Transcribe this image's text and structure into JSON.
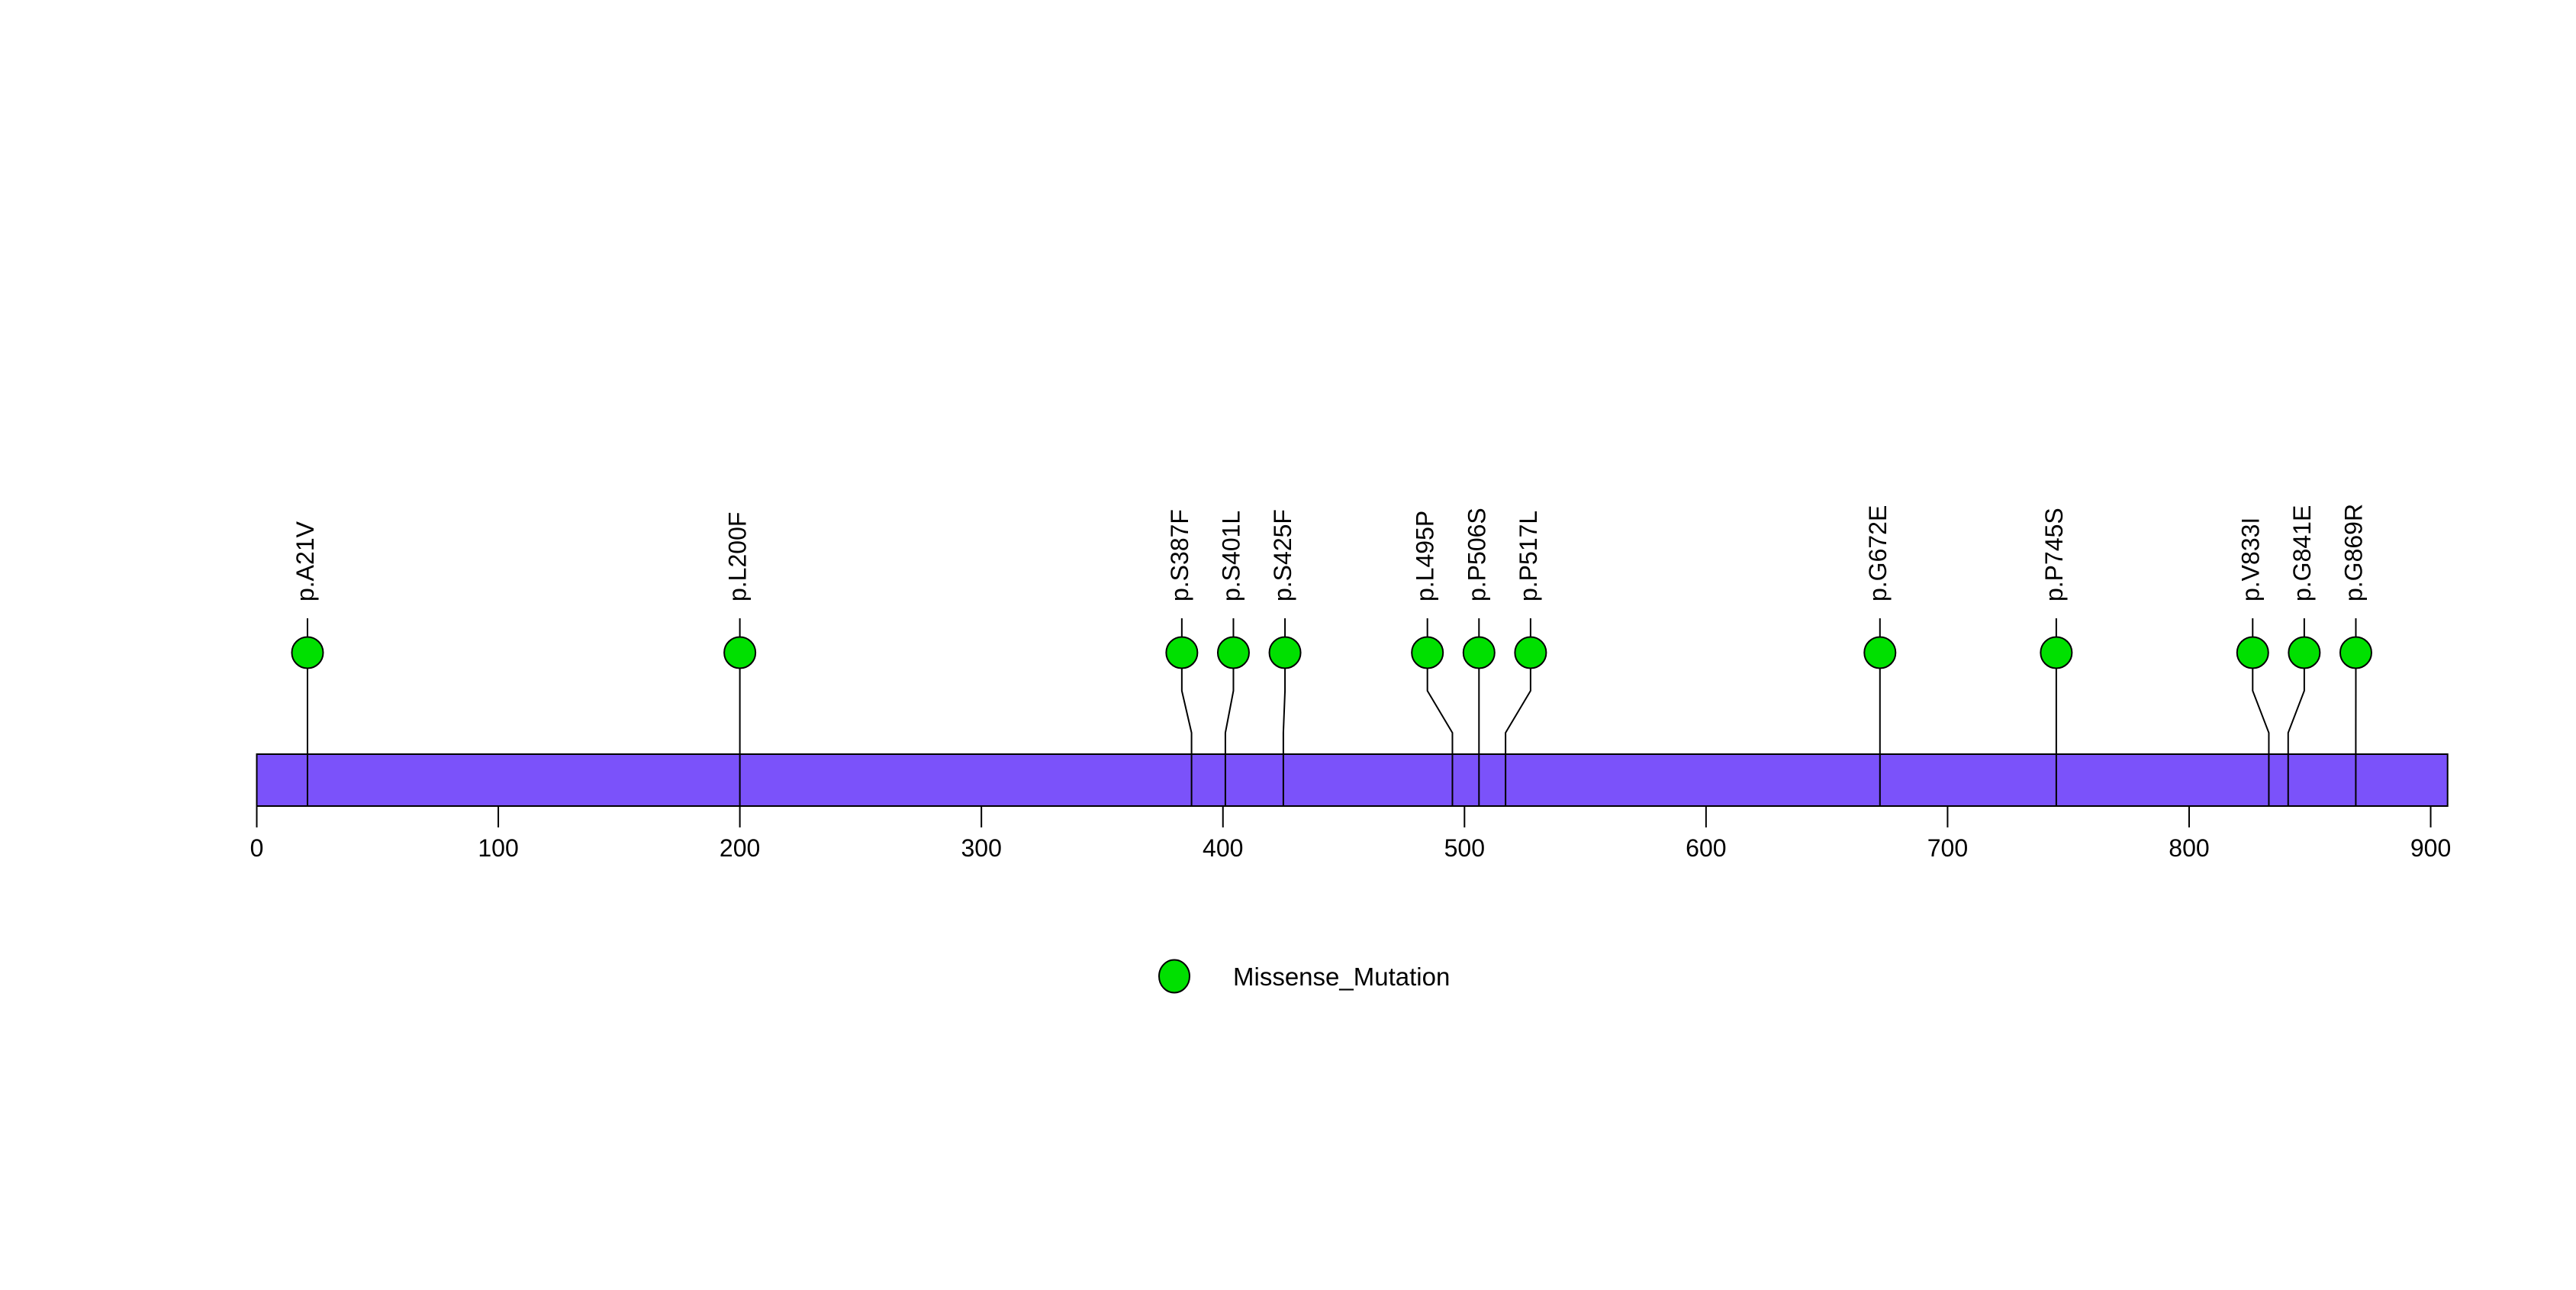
{
  "chart_data": {
    "type": "lollipop",
    "title": "",
    "xlabel": "",
    "ylabel": "",
    "xlim": [
      0,
      907
    ],
    "grid": false,
    "protein_track": {
      "start": 0,
      "end": 907,
      "color": "#7B52FA"
    },
    "mutations": [
      {
        "label": "p.A21V",
        "position": 21,
        "type": "Missense_Mutation"
      },
      {
        "label": "p.L200F",
        "position": 200,
        "type": "Missense_Mutation"
      },
      {
        "label": "p.S387F",
        "position": 387,
        "type": "Missense_Mutation"
      },
      {
        "label": "p.S401L",
        "position": 401,
        "type": "Missense_Mutation"
      },
      {
        "label": "p.S425F",
        "position": 425,
        "type": "Missense_Mutation"
      },
      {
        "label": "p.L495P",
        "position": 495,
        "type": "Missense_Mutation"
      },
      {
        "label": "p.P506S",
        "position": 506,
        "type": "Missense_Mutation"
      },
      {
        "label": "p.P517L",
        "position": 517,
        "type": "Missense_Mutation"
      },
      {
        "label": "p.G672E",
        "position": 672,
        "type": "Missense_Mutation"
      },
      {
        "label": "p.P745S",
        "position": 745,
        "type": "Missense_Mutation"
      },
      {
        "label": "p.V833I",
        "position": 833,
        "type": "Missense_Mutation"
      },
      {
        "label": "p.G841E",
        "position": 841,
        "type": "Missense_Mutation"
      },
      {
        "label": "p.G869R",
        "position": 869,
        "type": "Missense_Mutation"
      }
    ],
    "x_ticks": [
      0,
      100,
      200,
      300,
      400,
      500,
      600,
      700,
      800,
      900
    ],
    "x_tick_labels": [
      "0",
      "100",
      "200",
      "300",
      "400",
      "500",
      "600",
      "700",
      "800",
      "900"
    ],
    "legend": {
      "position": "bottom-center",
      "items": [
        {
          "label": "Missense_Mutation",
          "color": "#00E000"
        }
      ]
    }
  },
  "colors": {
    "background": "#FFFFFF",
    "stroke": "#000000",
    "domain_bar": "#7B52FA",
    "missense_marker": "#00E000"
  }
}
